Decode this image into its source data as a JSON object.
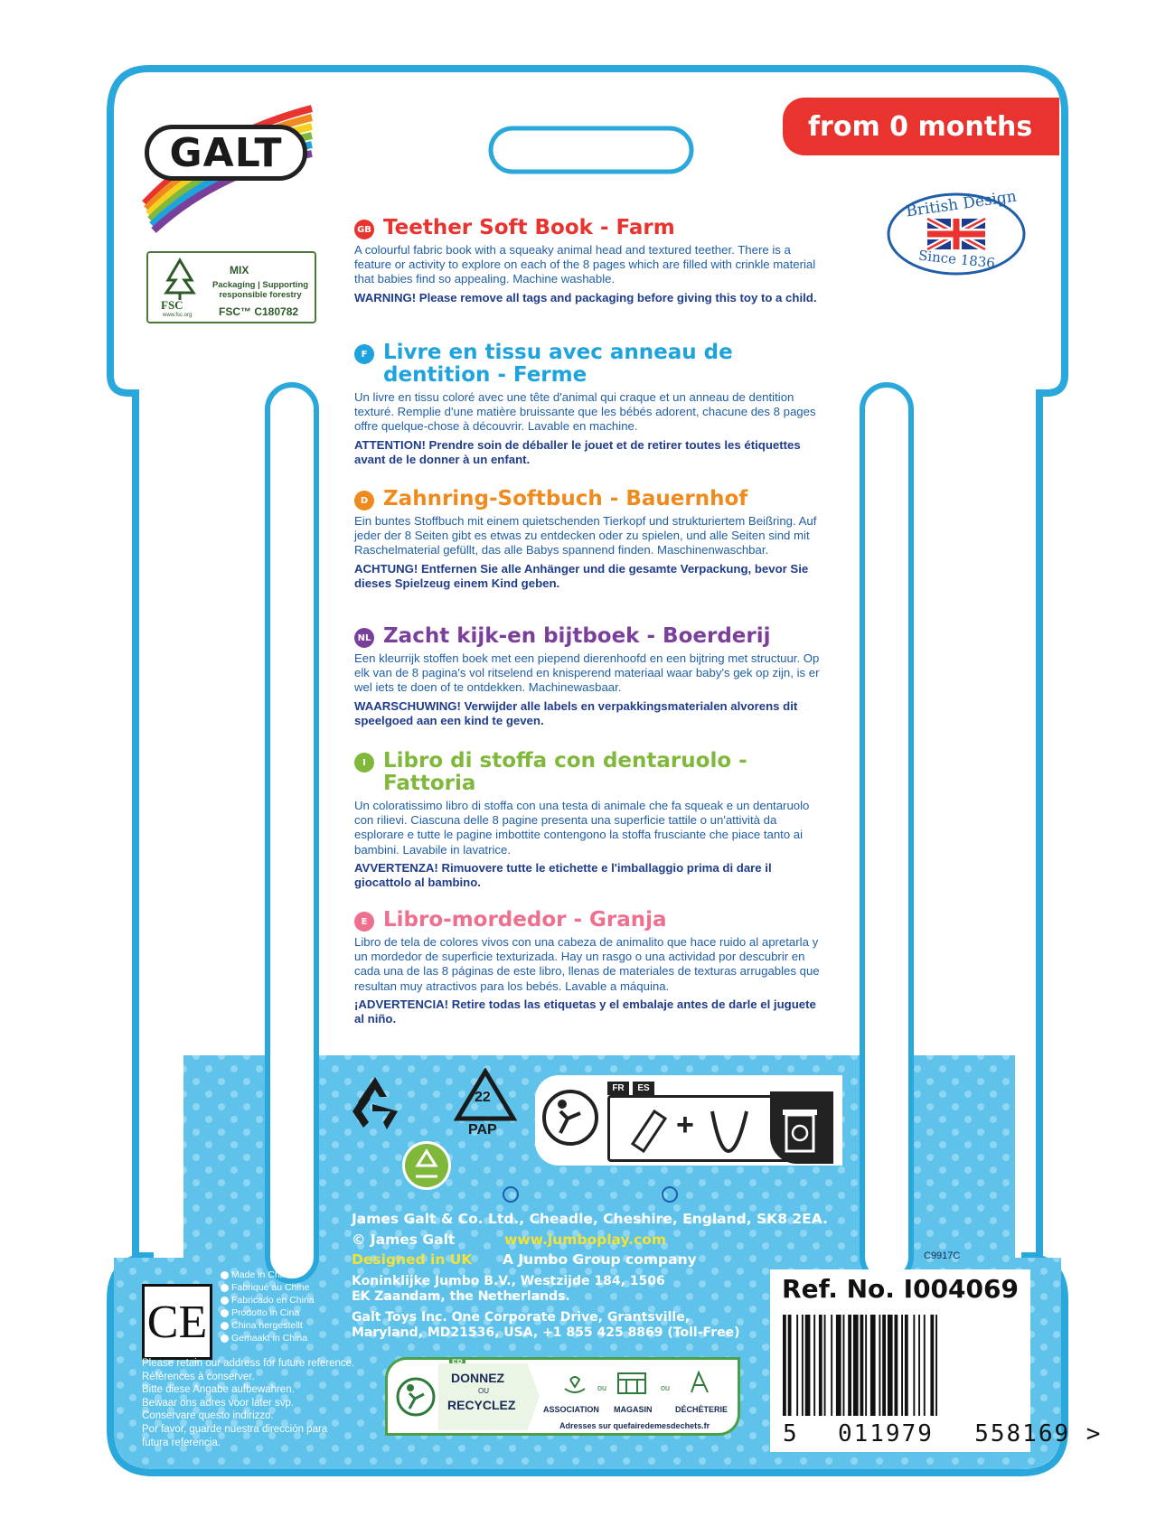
{
  "brand": {
    "logo_text": "GALT",
    "age_badge": "from 0 months",
    "british_design": "British Design",
    "since": "Since 1836"
  },
  "fsc": {
    "mix": "MIX",
    "packaging": "Packaging | Supporting responsible forestry",
    "code": "FSC™ C180782",
    "logo": "FSC",
    "site": "www.fsc.org"
  },
  "sections": [
    {
      "lang": "GB",
      "title": "Teether Soft Book - Farm",
      "body": "A colourful fabric book with a squeaky animal head and textured teether. There is a feature or activity to explore on each of the 8 pages which are filled with crinkle material that babies find so appealing. Machine washable.",
      "warning": "WARNING! Please remove all tags and packaging before giving this toy to a child."
    },
    {
      "lang": "F",
      "title": "Livre en tissu avec anneau de dentition - Ferme",
      "body": "Un livre en tissu coloré avec une tête d'animal qui craque et un anneau de dentition texturé. Remplie d'une matière bruissante que les bébés adorent, chacune des 8 pages offre quelque-chose à découvrir. Lavable en machine.",
      "warning": "ATTENTION! Prendre soin de déballer le jouet et de retirer toutes les étiquettes avant de le donner à un enfant."
    },
    {
      "lang": "D",
      "title": "Zahnring-Softbuch - Bauernhof",
      "body": "Ein buntes Stoffbuch mit einem quietschenden Tierkopf und strukturiertem Beißring. Auf jeder der 8 Seiten gibt es etwas zu entdecken oder zu spielen, und alle Seiten sind mit Raschelmaterial gefüllt, das alle Babys spannend finden. Maschinenwaschbar.",
      "warning": "ACHTUNG! Entfernen Sie alle Anhänger und die gesamte Verpackung, bevor Sie dieses Spielzeug einem Kind geben."
    },
    {
      "lang": "NL",
      "title": "Zacht kijk-en bijtboek - Boerderij",
      "body": "Een kleurrijk stoffen boek met een piepend dierenhoofd en een bijtring met structuur. Op elk van de 8 pagina's vol ritselend en knisperend materiaal waar baby's gek op zijn, is er wel iets te doen of te ontdekken. Machinewasbaar.",
      "warning": "WAARSCHUWING! Verwijder alle labels en verpakkingsmaterialen alvorens dit speelgoed aan een kind te geven."
    },
    {
      "lang": "I",
      "title": "Libro di stoffa con dentaruolo - Fattoria",
      "body": "Un coloratissimo libro di stoffa con una testa di animale che fa squeak e un dentaruolo con rilievi. Ciascuna delle 8 pagine presenta una superficie tattile o un'attività da esplorare e tutte le pagine imbottite contengono la stoffa frusciante che piace tanto ai bambini. Lavabile in lavatrice.",
      "warning": "AVVERTENZA! Rimuovere tutte le etichette e l'imballaggio prima di dare il giocattolo al bambino."
    },
    {
      "lang": "E",
      "title": "Libro-mordedor - Granja",
      "body": "Libro de tela de colores vivos con una cabeza de animalito que hace ruido al apretarla y un mordedor de superficie texturizada. Hay un rasgo o una actividad por descubrir en cada una de las 8 páginas de este libro, llenas de materiales de texturas arrugables que resultan muy atractivos para los bebés. Lavable a máquina.",
      "warning": "¡ADVERTENCIA! Retire todas las etiquetas y el embalaje antes de darle el juguete al niño."
    }
  ],
  "colors": {
    "GB": "#e8332f",
    "F": "#1fa3dc",
    "D": "#ef8a1e",
    "NL": "#7a3f9a",
    "I": "#7fb83a",
    "E": "#ee6f8e",
    "frame": "#2aa8dc",
    "panel": "#5ec2ea"
  },
  "recycling": {
    "pap_number": "22",
    "pap_label": "PAP",
    "tag_fr": "FR",
    "tag_es": "ES",
    "plus": "+"
  },
  "company": {
    "line1": "James Galt & Co. Ltd., Cheadle, Cheshire, England, SK8 2EA.",
    "copyright": "© James Galt",
    "website": "www.jumboplay.com",
    "designed": "Designed in UK",
    "jumbo": "A Jumbo Group company",
    "nl_address": "Koninklijke Jumbo B.V., Westzijde 184, 1506 EK Zaandam, the Netherlands.",
    "us_address": "Galt Toys Inc. One Corporate Drive, Grantsville, Maryland, MD21536, USA, +1 855 425 8869 (Toll-Free)",
    "code": "C9917C"
  },
  "made_in": [
    {
      "flag": "EN",
      "text": "Made in China"
    },
    {
      "flag": "FR",
      "text": "Fabriqué au Chine"
    },
    {
      "flag": "ES",
      "text": "Fabricado en China"
    },
    {
      "flag": "IT",
      "text": "Prodotto in Cina"
    },
    {
      "flag": "NL",
      "text": "China hergestellt"
    },
    {
      "flag": "DE",
      "text": "Gemaakt in China"
    }
  ],
  "ce": "CE",
  "retain": [
    "Please retain our address for future reference.",
    "Références à conserver.",
    "Bitte diese Angabe aufbewahren.",
    "Bewaar ons adres voor later svp.",
    "Conservare questo indirizzo.",
    "Por favor, guarde nuestra dirección para",
    "futura referencia."
  ],
  "donnez": {
    "tag": "FR",
    "donnez": "DONNEZ",
    "ou": "OU",
    "recyclez": "RECYCLEZ",
    "association": "ASSOCIATION",
    "magasin": "MAGASIN",
    "decheterie": "DÉCHÈTERIE",
    "ou2": "ou",
    "adresses": "Adresses sur quefairedemesdechets.fr"
  },
  "barcode": {
    "ref": "Ref. No. I004069",
    "lead": "5",
    "group1": "011979",
    "group2": "558169",
    "tail": ">"
  }
}
